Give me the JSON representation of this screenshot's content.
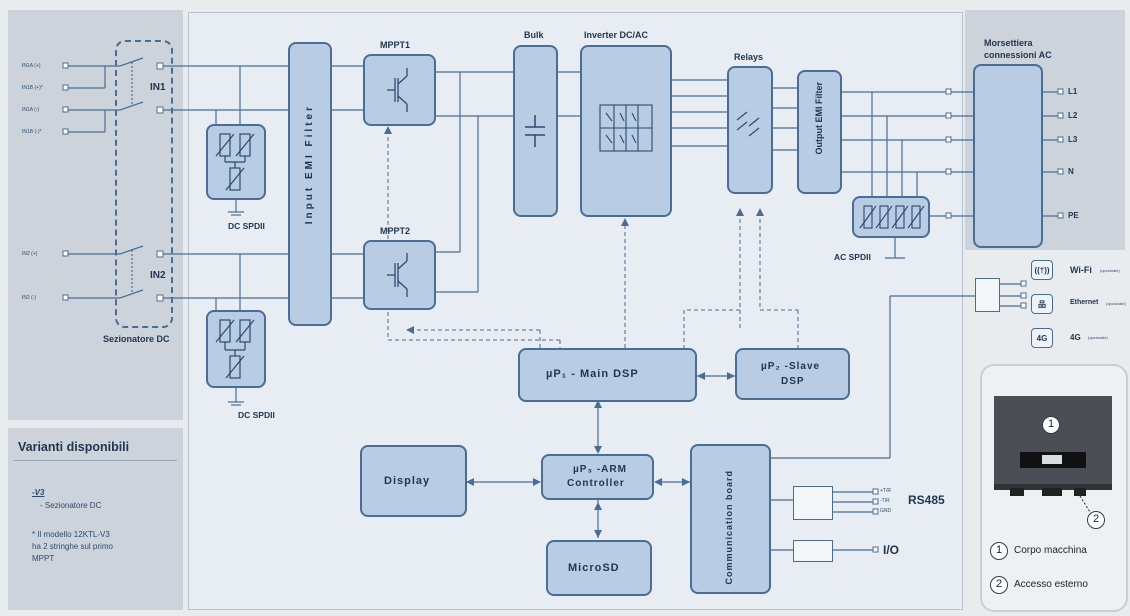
{
  "input_labels": {
    "in1a_plus": "IN1A (+)",
    "in1b_plus": "IN1B (+)*",
    "in1a_minus": "IN1A (-)",
    "in1b_minus": "IN1B (-)*",
    "in2_plus": "IN2 (+)",
    "in2_minus": "IN2 (-)"
  },
  "switch_labels": {
    "in1": "IN1",
    "in2": "IN2",
    "disconnector": "Sezionatore DC"
  },
  "blocks": {
    "input_emi": "Input EMI Filter",
    "mppt1": "MPPT1",
    "mppt2": "MPPT2",
    "bulk": "Bulk",
    "inverter": "Inverter DC/AC",
    "relays": "Relays",
    "output_emi": "Output EMI Filter",
    "dc_spd_top": "DC SPDII",
    "dc_spd_bottom": "DC SPDII",
    "ac_spd": "AC SPDII",
    "main_dsp": "µP₁ - Main DSP",
    "slave_dsp_line1": "µP₂ -Slave",
    "slave_dsp_line2": "DSP",
    "arm_line1": "µP₃ -ARM",
    "arm_line2": "Controller",
    "display": "Display",
    "microsd": "MicroSD",
    "comm_board": "Communication board"
  },
  "ac_terminal": {
    "title_line1": "Morsettiera",
    "title_line2": "connessioni AC",
    "outputs": [
      "L1",
      "L2",
      "L3",
      "N",
      "PE"
    ]
  },
  "connectivity": [
    {
      "icon": "((†))",
      "name": "Wi-Fi",
      "note": "(opzionale)"
    },
    {
      "icon": "品",
      "name": "Ethernet",
      "note": "(opzionale)"
    },
    {
      "icon": "4G",
      "name": "4G",
      "note": "(opzionale)"
    }
  ],
  "rs485": {
    "pins": [
      "+T/R",
      "-T/R",
      "GND"
    ],
    "label": "RS485"
  },
  "io": {
    "label": "I/O"
  },
  "variants": {
    "title": "Varianti disponibili",
    "model": "-V3",
    "model_desc": "- Sezionatore DC",
    "note_line1": "* Il modello 12KTL-V3",
    "note_line2": "ha 2 stringhe sul primo",
    "note_line3": "MPPT"
  },
  "legend": {
    "items": [
      {
        "num": "1",
        "label": "Corpo macchina"
      },
      {
        "num": "2",
        "label": "Accesso esterno"
      }
    ]
  },
  "colors": {
    "block_fill": "#b8cce4",
    "block_border": "#4a6d95",
    "line": "#4a6d95",
    "panel_grey": "#cdd3da"
  }
}
